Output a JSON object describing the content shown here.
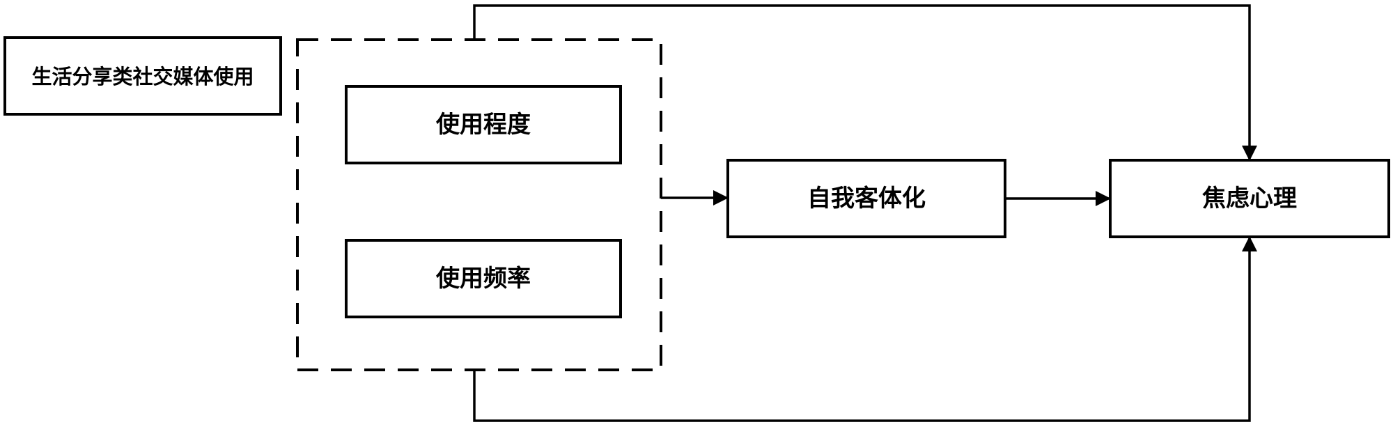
{
  "nodes": {
    "source": "生活分享类社交媒体使用",
    "usage_degree": "使用程度",
    "usage_frequency": "使用频率",
    "self_objectification": "自我客体化",
    "anxiety": "焦虑心理"
  }
}
